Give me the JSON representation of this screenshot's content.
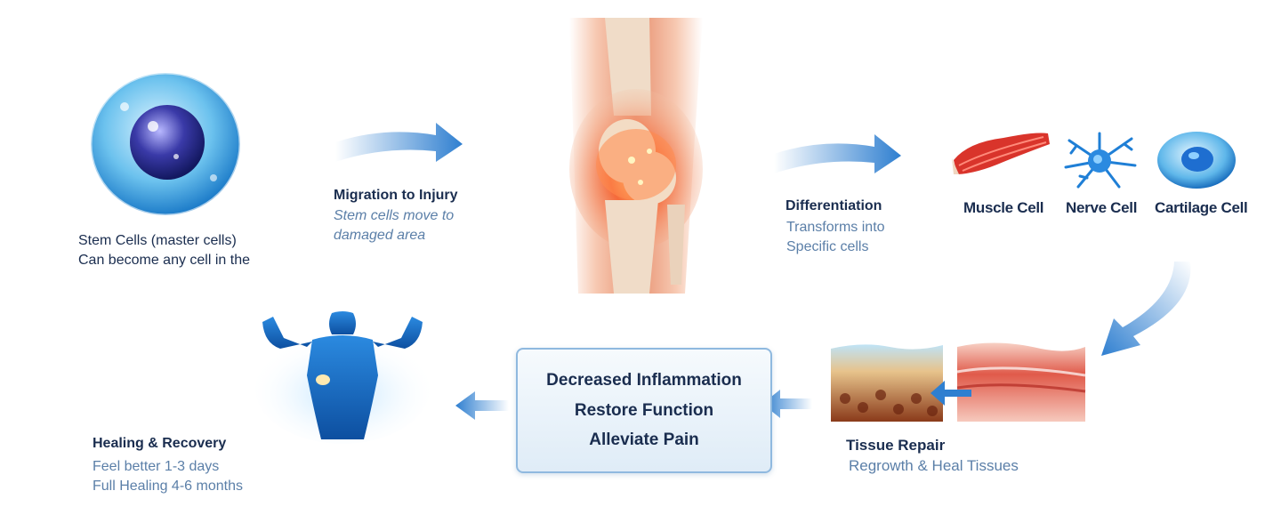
{
  "stem": {
    "line1": "Stem Cells (master cells)",
    "line2": "Can become any cell in the"
  },
  "migration": {
    "title": "Migration to Injury",
    "sub1": "Stem cells move to",
    "sub2": "damaged area"
  },
  "differentiation": {
    "title": "Differentiation",
    "sub1": "Transforms into",
    "sub2": "Specific cells"
  },
  "cells": {
    "muscle": "Muscle Cell",
    "nerve": "Nerve Cell",
    "cartilage": "Cartilage Cell"
  },
  "tissue": {
    "title": "Tissue Repair",
    "sub": "Regrowth & Heal Tissues"
  },
  "benefits": {
    "line1": "Decreased Inflammation",
    "line2": "Restore Function",
    "line3": "Alleviate Pain"
  },
  "healing": {
    "title": "Healing & Recovery",
    "sub1": "Feel better 1-3 days",
    "sub2": "Full Healing 4-6 months"
  },
  "colors": {
    "title": "#1a2d4f",
    "subtitle": "#5b7fa8",
    "arrow": "#2f7fd0",
    "box_border": "#8fb9df"
  }
}
